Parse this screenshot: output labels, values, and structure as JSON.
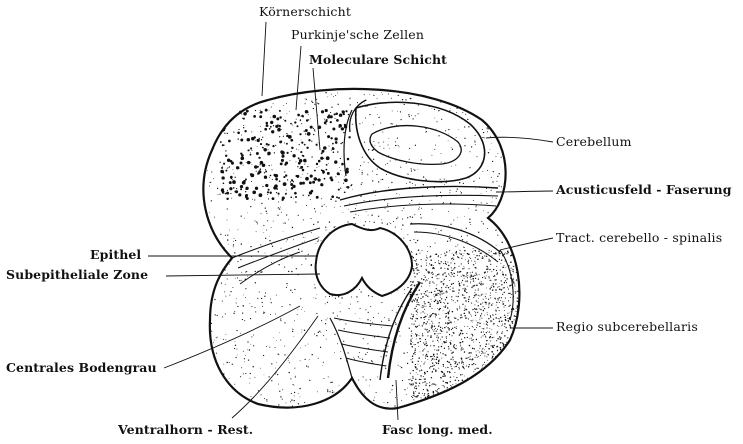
{
  "figure": {
    "ink_color": "#111111",
    "background_color": "#ffffff",
    "labels": {
      "koernerschicht": "Körnerschicht",
      "purkinje": "Purkinje'sche Zellen",
      "moleculare": "Moleculare Schicht",
      "cerebellum": "Cerebellum",
      "acusticusfeld": "Acusticusfeld - Faserung",
      "tract": "Tract. cerebello - spinalis",
      "regio": "Regio subcerebellaris",
      "epithel": "Epithel",
      "subepitheliale": "Subepitheliale Zone",
      "centrales": "Centrales Bodengrau",
      "ventralhorn": "Ventralhorn - Rest.",
      "fasc": "Fasc long. med."
    }
  }
}
